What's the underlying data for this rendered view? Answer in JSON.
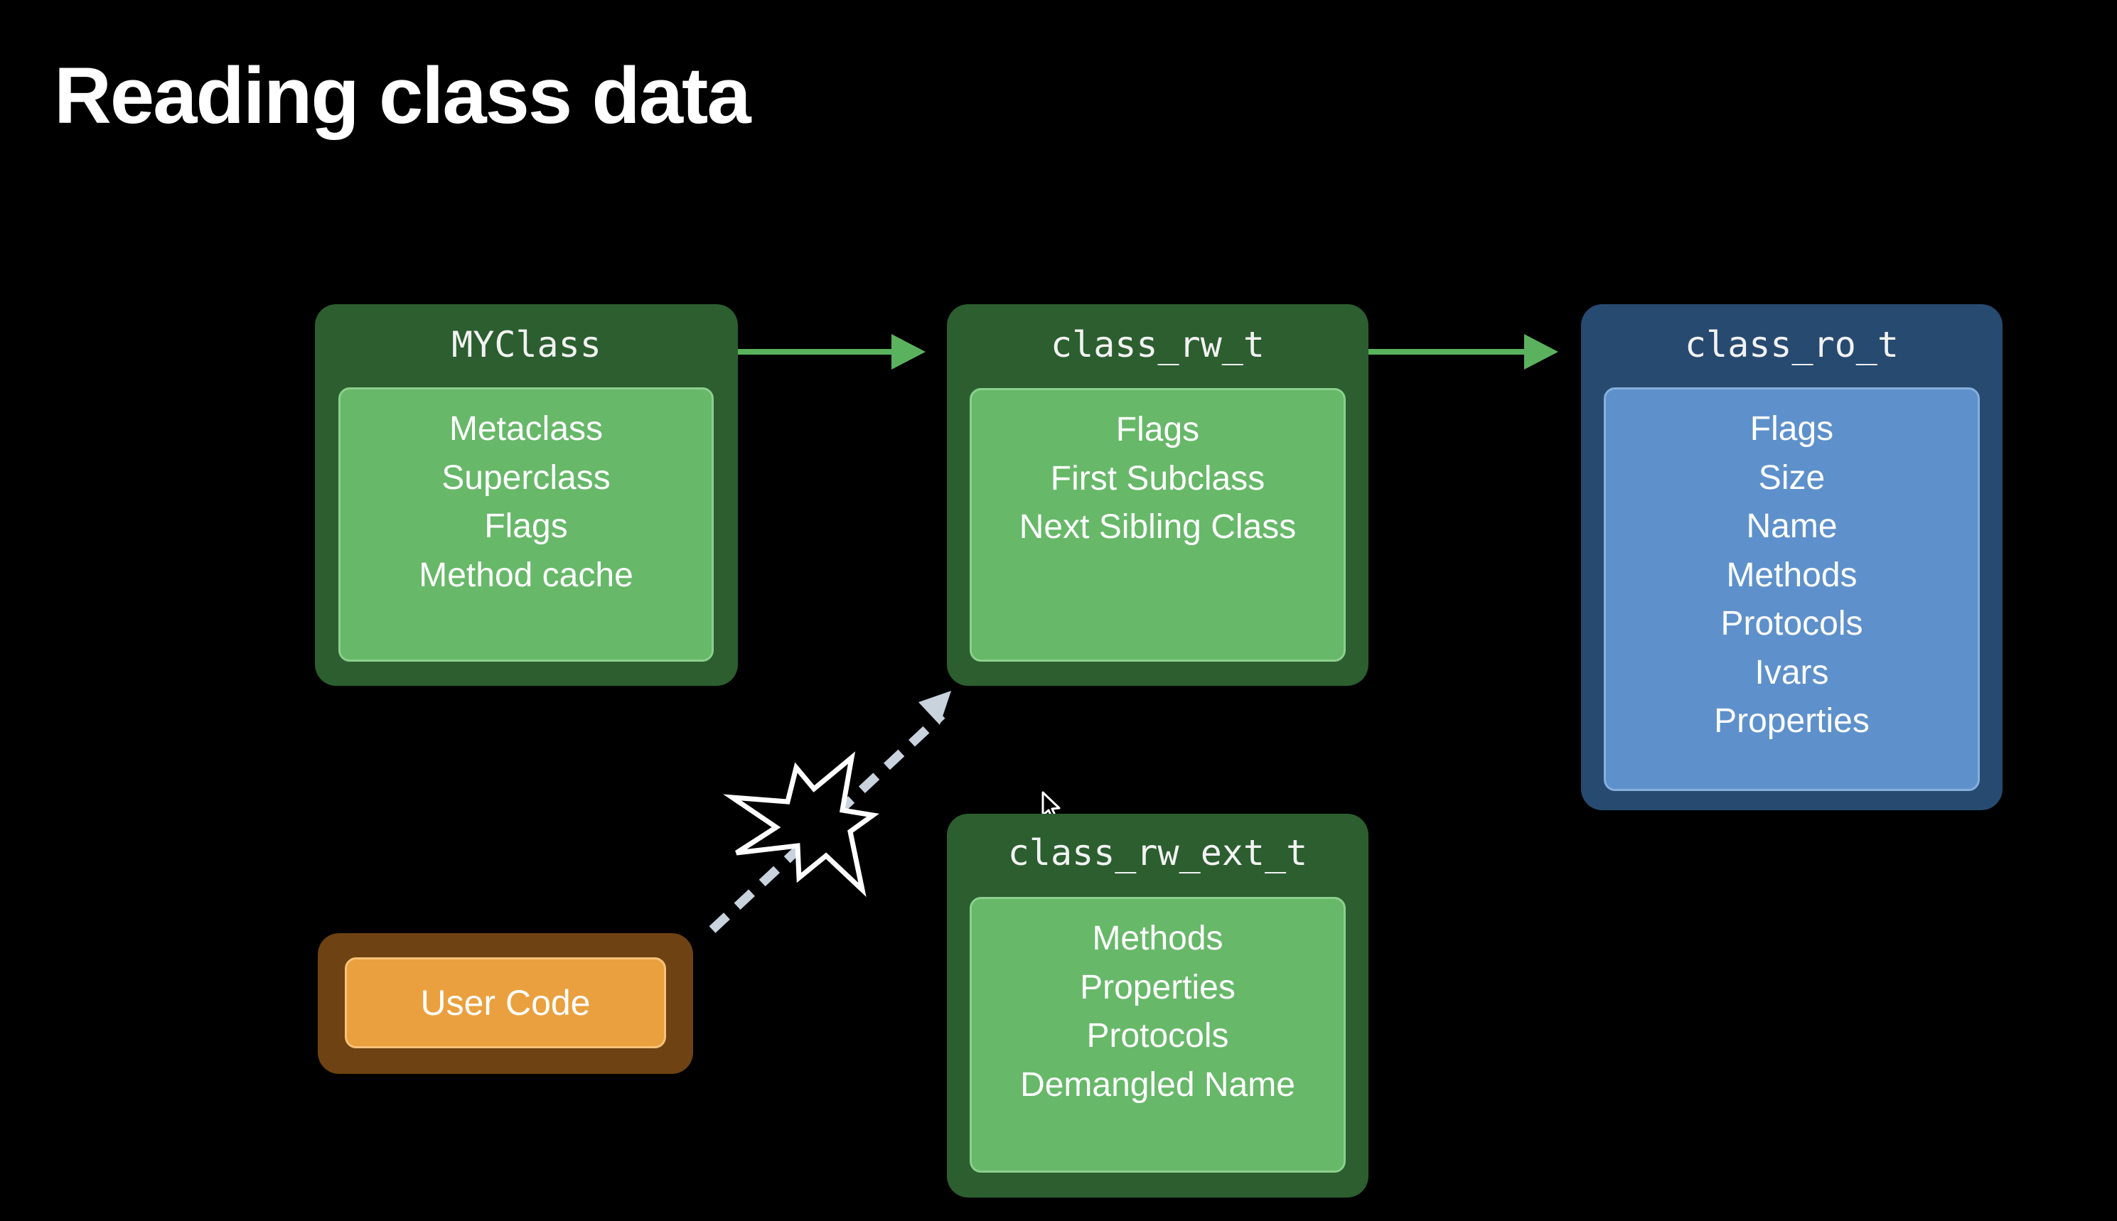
{
  "title": "Reading class data",
  "colors": {
    "background": "#000000",
    "green_outer": "#2c5e30",
    "green_inner": "#67b869",
    "blue_outer": "#274a70",
    "blue_inner": "#5e91cb",
    "orange_outer": "#6e4212",
    "orange_inner": "#eaa03e",
    "arrow_green": "#5bb25e",
    "arrow_dashed": "#c9d3de"
  },
  "nodes": {
    "myclass": {
      "header": "MYClass",
      "fields": [
        "Metaclass",
        "Superclass",
        "Flags",
        "Method cache"
      ]
    },
    "class_rw_t": {
      "header": "class_rw_t",
      "fields": [
        "Flags",
        "First Subclass",
        "Next Sibling Class"
      ]
    },
    "class_ro_t": {
      "header": "class_ro_t",
      "fields": [
        "Flags",
        "Size",
        "Name",
        "Methods",
        "Protocols",
        "Ivars",
        "Properties"
      ]
    },
    "class_rw_ext_t": {
      "header": "class_rw_ext_t",
      "fields": [
        "Methods",
        "Properties",
        "Protocols",
        "Demangled Name"
      ]
    },
    "user_code": {
      "label": "User Code"
    }
  },
  "connectors": [
    {
      "from": "MYClass",
      "to": "class_rw_t",
      "style": "solid",
      "icon": "arrow-right-icon"
    },
    {
      "from": "class_rw_t",
      "to": "class_ro_t",
      "style": "solid",
      "icon": "arrow-right-icon"
    },
    {
      "from": "User Code",
      "to": "class_rw_t",
      "style": "dashed",
      "icon": "dashed-arrow-icon",
      "marker": "explosion-burst-icon"
    }
  ]
}
